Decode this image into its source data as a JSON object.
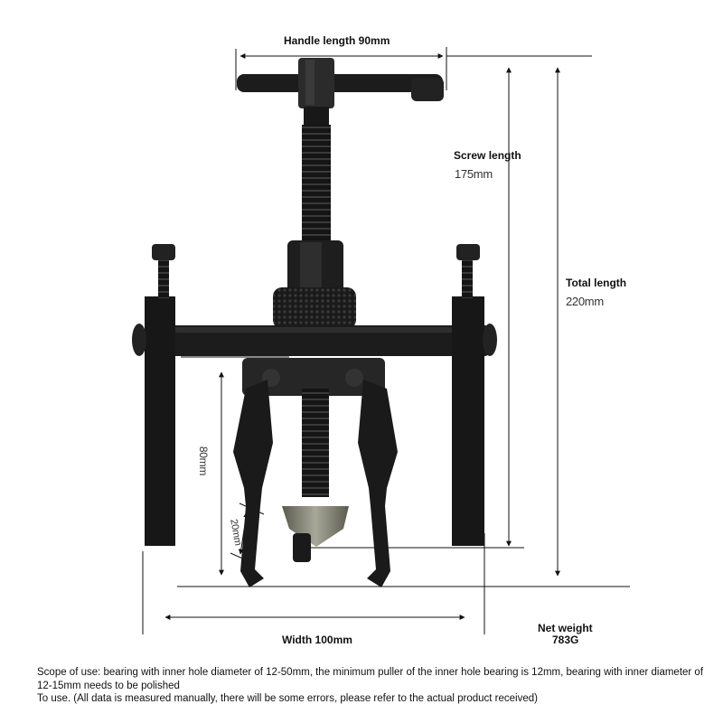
{
  "dimensions": {
    "handle_length": "Handle length 90mm",
    "screw_length_label": "Screw length",
    "screw_length_value": "175mm",
    "total_length_label": "Total length",
    "total_length_value": "220mm",
    "jaw_height": "80mm",
    "jaw_tip": "20mm",
    "width": "Width 100mm",
    "net_weight_label": "Net weight",
    "net_weight_value": "783G"
  },
  "notes": {
    "scope": "Scope of use: bearing with inner hole diameter of 12-50mm, the minimum puller of the inner hole bearing is 12mm, bearing with inner diameter of 12-15mm needs to be polished",
    "disclaimer": "To use. (All data is measured manually, there will be some errors, please refer to the actual product received)"
  },
  "colors": {
    "metal": "#1c1c1c",
    "metal_highlight": "#3a3a3a",
    "cone": "#8a8a7a",
    "lines": "#111111"
  }
}
